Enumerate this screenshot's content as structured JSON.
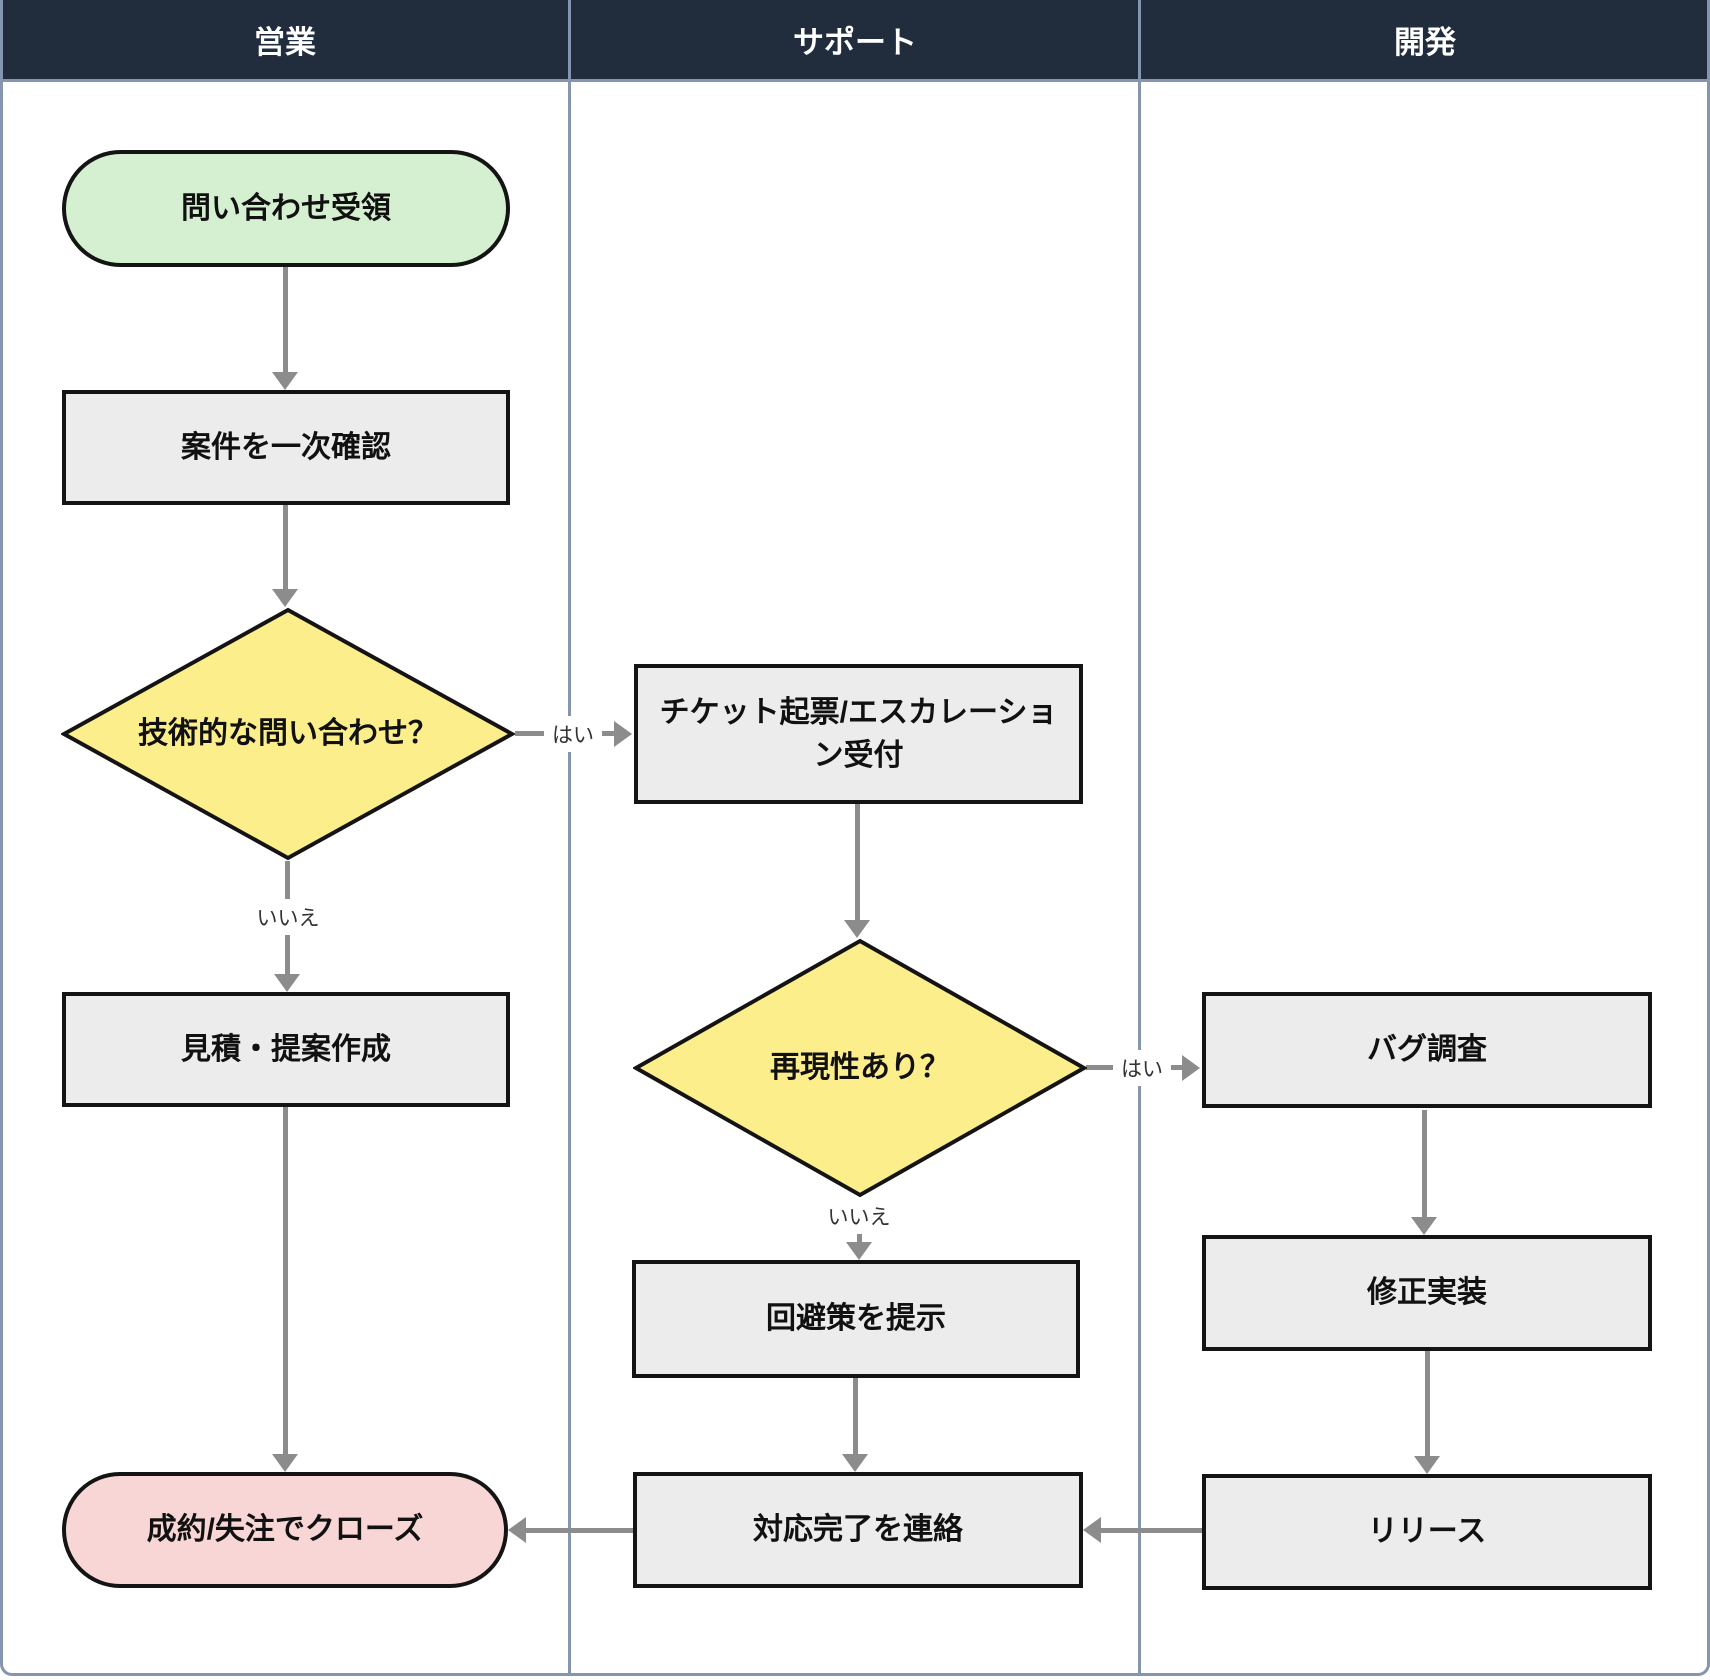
{
  "diagram": {
    "type": "swimlane-flowchart",
    "lanes": [
      {
        "title": "営業"
      },
      {
        "title": "サポート"
      },
      {
        "title": "開発"
      }
    ],
    "nodes": [
      {
        "id": "inquiry",
        "lane": "営業",
        "type": "start",
        "label": "問い合わせ受領"
      },
      {
        "id": "initial-check",
        "lane": "営業",
        "type": "process",
        "label": "案件を一次確認"
      },
      {
        "id": "technical-q",
        "lane": "営業",
        "type": "decision",
        "label": "技術的な問い合わせ？"
      },
      {
        "id": "quote-proposal",
        "lane": "営業",
        "type": "process",
        "label": "見積・提案作成"
      },
      {
        "id": "close",
        "lane": "営業",
        "type": "end",
        "label": "成約/失注でクローズ"
      },
      {
        "id": "ticket",
        "lane": "サポート",
        "type": "process",
        "label": "チケット起票/エスカレーション受付"
      },
      {
        "id": "reproducible",
        "lane": "サポート",
        "type": "decision",
        "label": "再現性あり？"
      },
      {
        "id": "workaround",
        "lane": "サポート",
        "type": "process",
        "label": "回避策を提示"
      },
      {
        "id": "notify-done",
        "lane": "サポート",
        "type": "process",
        "label": "対応完了を連絡"
      },
      {
        "id": "bug-investigation",
        "lane": "開発",
        "type": "process",
        "label": "バグ調査"
      },
      {
        "id": "fix-implementation",
        "lane": "開発",
        "type": "process",
        "label": "修正実装"
      },
      {
        "id": "release",
        "lane": "開発",
        "type": "process",
        "label": "リリース"
      }
    ],
    "edges": [
      {
        "from": "inquiry",
        "to": "initial-check",
        "label": ""
      },
      {
        "from": "initial-check",
        "to": "technical-q",
        "label": ""
      },
      {
        "from": "technical-q",
        "to": "ticket",
        "label": "はい"
      },
      {
        "from": "technical-q",
        "to": "quote-proposal",
        "label": "いいえ"
      },
      {
        "from": "quote-proposal",
        "to": "close",
        "label": ""
      },
      {
        "from": "ticket",
        "to": "reproducible",
        "label": ""
      },
      {
        "from": "reproducible",
        "to": "bug-investigation",
        "label": "はい"
      },
      {
        "from": "reproducible",
        "to": "workaround",
        "label": "いいえ"
      },
      {
        "from": "workaround",
        "to": "notify-done",
        "label": ""
      },
      {
        "from": "bug-investigation",
        "to": "fix-implementation",
        "label": ""
      },
      {
        "from": "fix-implementation",
        "to": "release",
        "label": ""
      },
      {
        "from": "release",
        "to": "notify-done",
        "label": ""
      },
      {
        "from": "notify-done",
        "to": "close",
        "label": ""
      }
    ],
    "colors": {
      "header_bg": "#212c3d",
      "header_text": "#ffffff",
      "lane_border": "#8595ad",
      "start_fill": "#d5f0d0",
      "end_fill": "#f7d6d5",
      "decision_fill": "#fcee8b",
      "process_fill": "#ececec",
      "node_border": "#141414",
      "arrow": "#8c8c8c",
      "background": "#ffffff"
    }
  }
}
